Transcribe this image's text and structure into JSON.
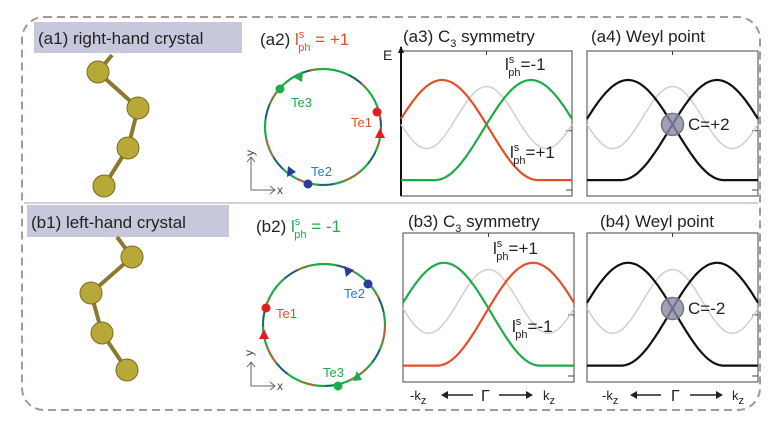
{
  "colors": {
    "red": "#e0502a",
    "green": "#1eab4b",
    "blue": "#2a3c9c",
    "teblue": "#2a7ac8",
    "grey": "#cfcfcf",
    "atom": "#b8a838",
    "bond": "#8a7a30",
    "label_bg": "#c8c8dc",
    "weyl": "#8a88a8"
  },
  "row_a": {
    "crystal_label": "(a1) right-hand crystal",
    "p2": {
      "prefix": "(a2) ",
      "l": "l",
      "sup": "s",
      "sub": "ph",
      "eq": " = +1"
    },
    "p3": {
      "prefix": "(a3) C",
      "sub3": "3",
      "rest": " symmetry"
    },
    "p4": "(a4) Weyl point",
    "te1": "Te1",
    "te2": "Te2",
    "te3": "Te3",
    "band_label_1": {
      "l": "l",
      "sup": "s",
      "sub": "ph",
      "eq": "=-1"
    },
    "band_label_2": {
      "l": "l",
      "sup": "s",
      "sub": "ph",
      "eq": "=+1"
    },
    "chern": "C=+2",
    "energy_axis": "E"
  },
  "row_b": {
    "crystal_label": "(b1) left-hand crystal",
    "p2": {
      "prefix": "(b2) ",
      "l": "l",
      "sup": "s",
      "sub": "ph",
      "eq": " = -1"
    },
    "p3": {
      "prefix": "(b3) C",
      "sub3": "3",
      "rest": " symmetry"
    },
    "p4": "(b4) Weyl point",
    "te1": "Te1",
    "te2": "Te2",
    "te3": "Te3",
    "band_label_1": {
      "l": "l",
      "sup": "s",
      "sub": "ph",
      "eq": "=+1"
    },
    "band_label_2": {
      "l": "l",
      "sup": "s",
      "sub": "ph",
      "eq": "=-1"
    },
    "chern": "C=-2"
  },
  "axes": {
    "x": "x",
    "y": "y",
    "kminus": "-k",
    "kplus": "k",
    "ksub": "z",
    "gamma": "Γ"
  }
}
